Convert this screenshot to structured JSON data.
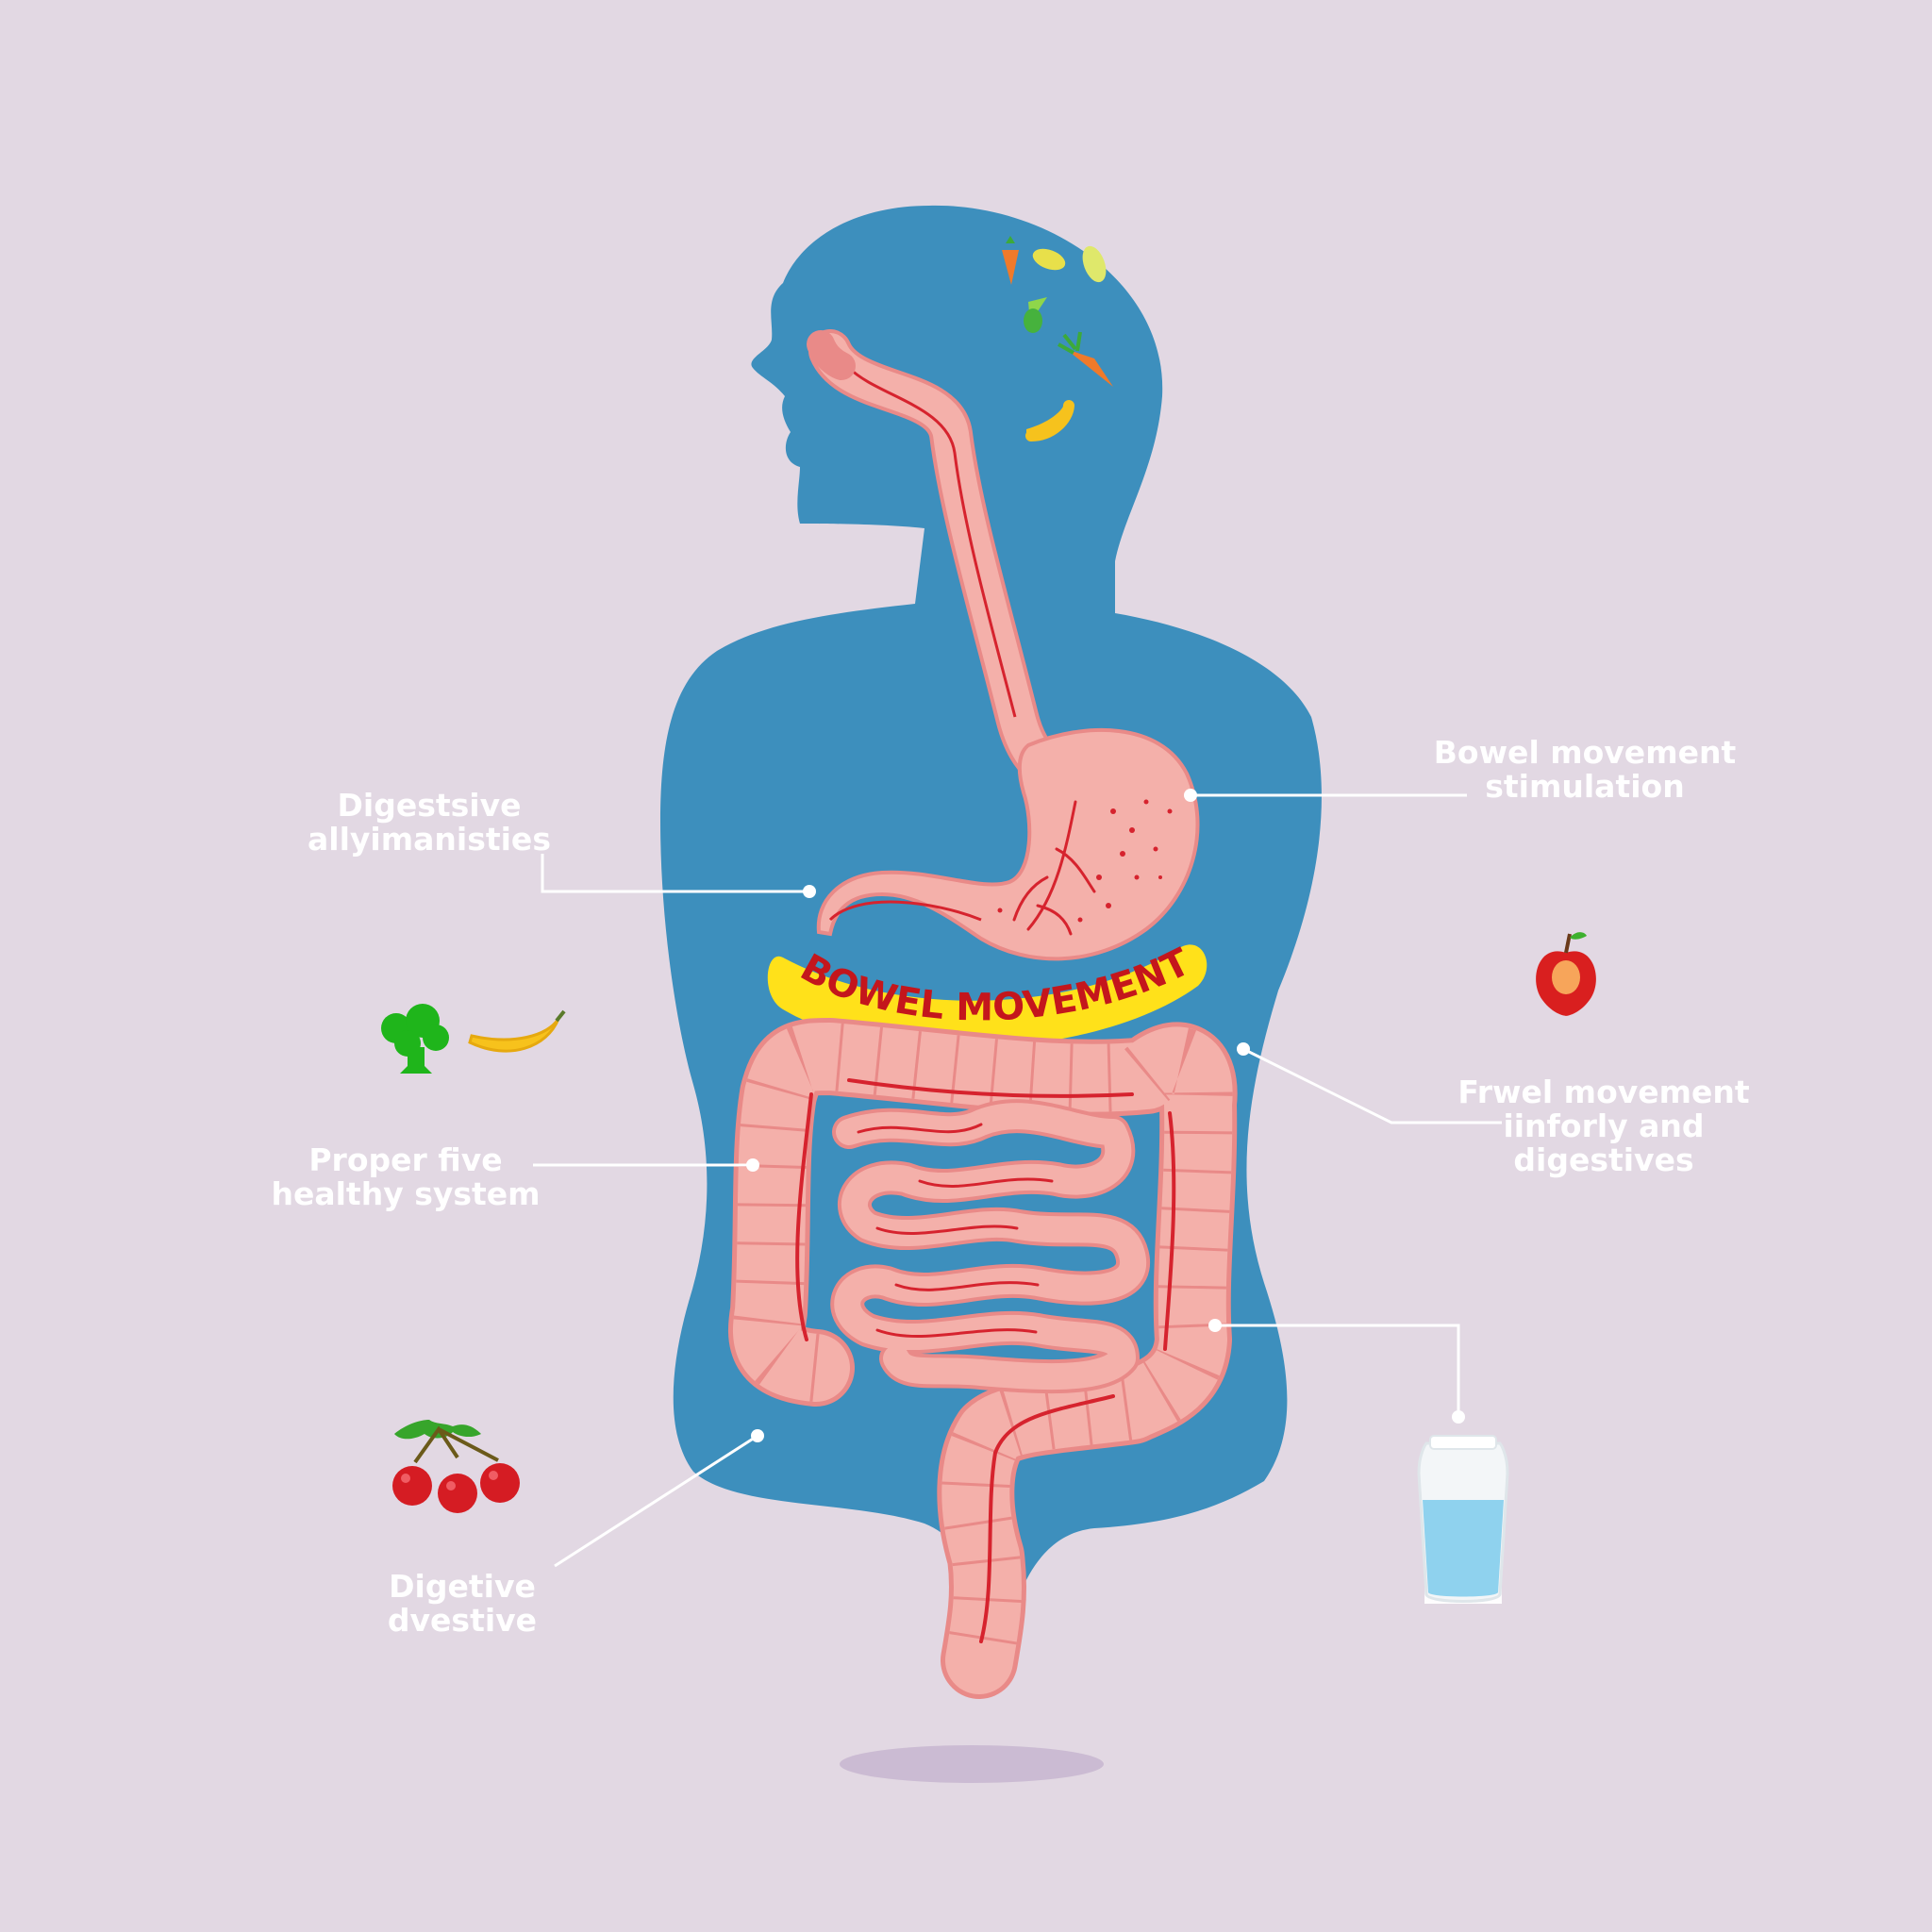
{
  "banner": {
    "text": "BOWEL MOVEMENT"
  },
  "callouts": [
    {
      "id": "upper-left",
      "lines": [
        "Digestsive",
        "allyimanisties"
      ]
    },
    {
      "id": "upper-right",
      "lines": [
        "Bowel movement",
        "stimulation"
      ]
    },
    {
      "id": "mid-left",
      "lines": [
        "Proper five",
        "healthy system"
      ]
    },
    {
      "id": "mid-right",
      "lines": [
        "Frwel movement",
        "iinforly and",
        "digestives"
      ]
    },
    {
      "id": "lower-left",
      "lines": [
        "Digetive",
        "dvestive"
      ]
    }
  ],
  "icons": [
    "broccoli-icon",
    "banana-icon",
    "apple-icon",
    "cherries-icon",
    "water-glass-icon",
    "carrot-icon",
    "pepper-icon"
  ],
  "colors": {
    "background": "#e2d8e3",
    "silhouette": "#3d8fbd",
    "organ": "#f4b0aa",
    "organ_stroke": "#e98a88",
    "vessel": "#d6232e",
    "banner_fill": "#ffe11a",
    "banner_text": "#c4161c",
    "label_text": "#ffffff"
  }
}
